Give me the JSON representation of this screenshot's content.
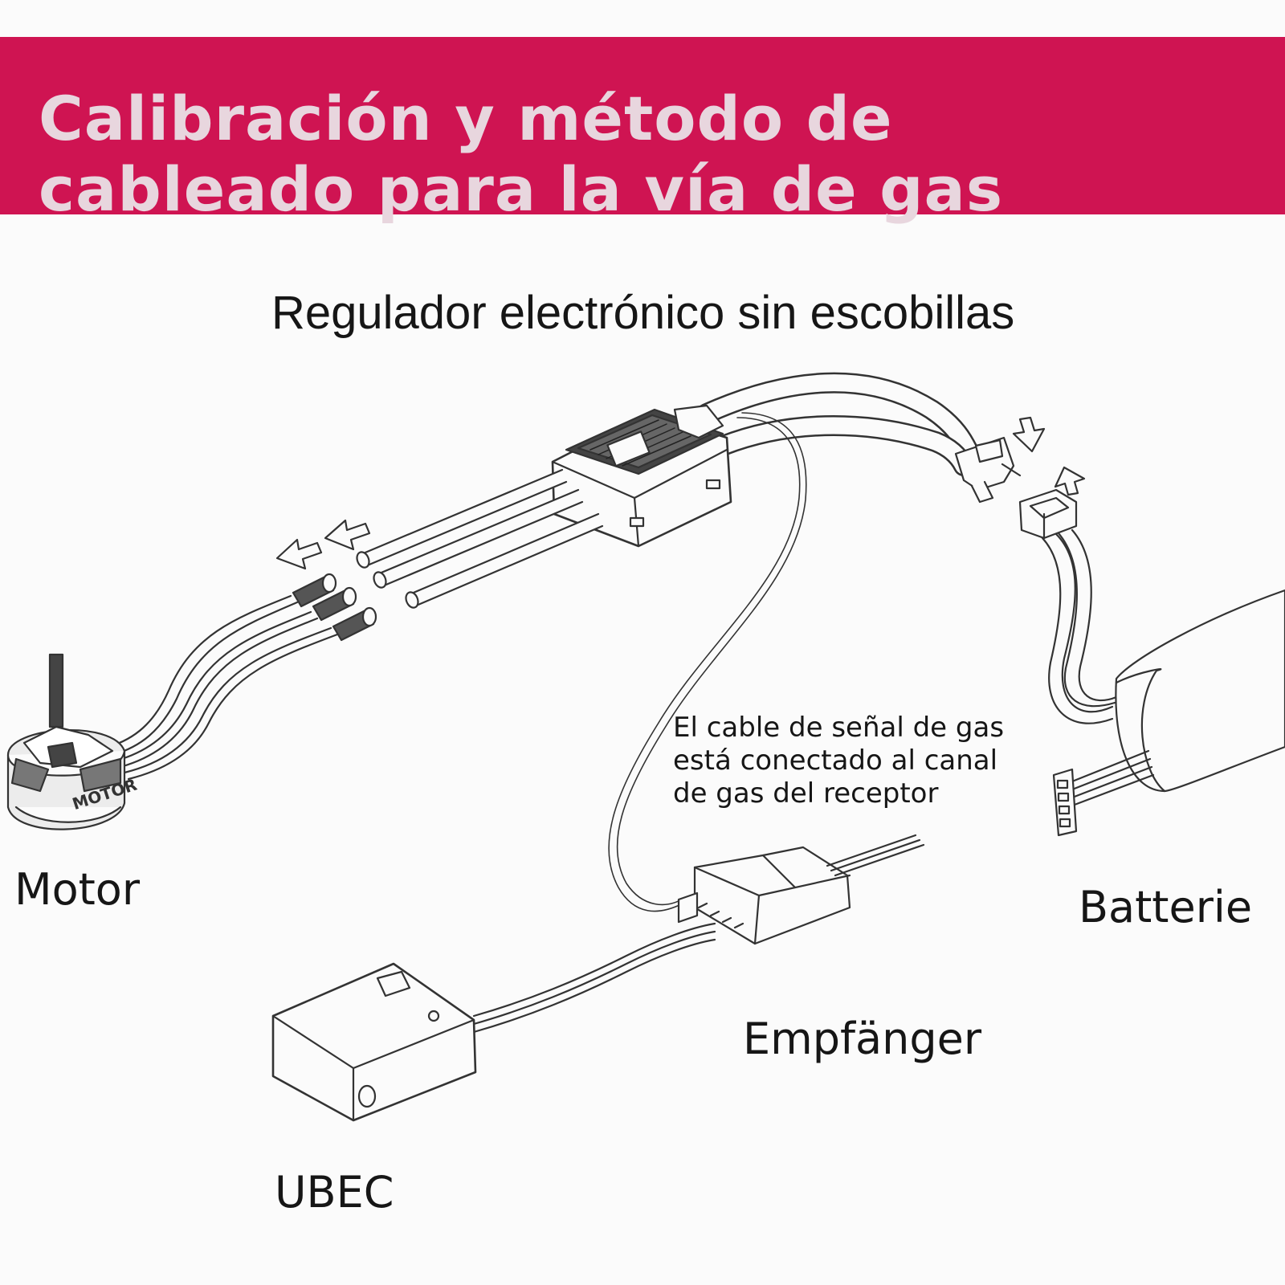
{
  "header": {
    "title": "Calibración y método de cableado para la vía de gas",
    "background_color": "#cf1452",
    "text_color": "#e8d6de"
  },
  "labels": {
    "esc": "Regulador electrónico sin escobillas",
    "motor": "Motor",
    "motor_body_text": "MOTOR",
    "battery": "Batterie",
    "receiver": "Empfänger",
    "ubec": "UBEC"
  },
  "note": {
    "lines": [
      "El cable de señal de gas",
      "está conectado al canal",
      "de gas del receptor"
    ]
  }
}
